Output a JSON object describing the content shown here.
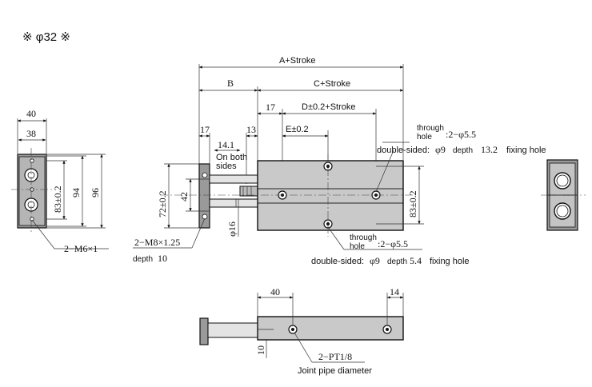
{
  "title": "※ φ32 ※",
  "dimensions": {
    "w40": "40",
    "w38": "38",
    "h83": "83±0.2",
    "h94": "94",
    "h96": "96",
    "m6": "2−M6×1",
    "a_stroke": "A+Stroke",
    "b": "B",
    "c_stroke": "C+Stroke",
    "d_stroke": "D±0.2+Stroke",
    "e": "E±0.2",
    "d17a": "17",
    "d17b": "17",
    "d13": "13",
    "d14_1": "14.1",
    "on_both": "On both",
    "sides": "sides",
    "h72": "72±0.2",
    "h42": "42",
    "phi16": "φ16",
    "h83r": "83±0.2",
    "m8": "2−M8×1.25",
    "depth_word": "depth",
    "depth_val": "10",
    "bottom40": "40",
    "bottom14": "14",
    "bottom10": "10",
    "pt": "2−PT1/8",
    "joint": "Joint pipe diameter"
  },
  "notes": {
    "top_through": "through",
    "top_hole": "hole",
    "top_spec": ":2−φ5.5",
    "top_ds": "double-sided:",
    "top_phi": "φ9",
    "top_depth": "depth",
    "top_depthval": "13.2",
    "top_fix": "fixing hole",
    "bot_through": "through",
    "bot_hole": "hole",
    "bot_spec": ":2−φ5.5",
    "bot_ds": "double-sided:",
    "bot_phi": "φ9",
    "bot_depth": "depth",
    "bot_depthval": "5.4",
    "bot_fix": "fixing hole"
  }
}
